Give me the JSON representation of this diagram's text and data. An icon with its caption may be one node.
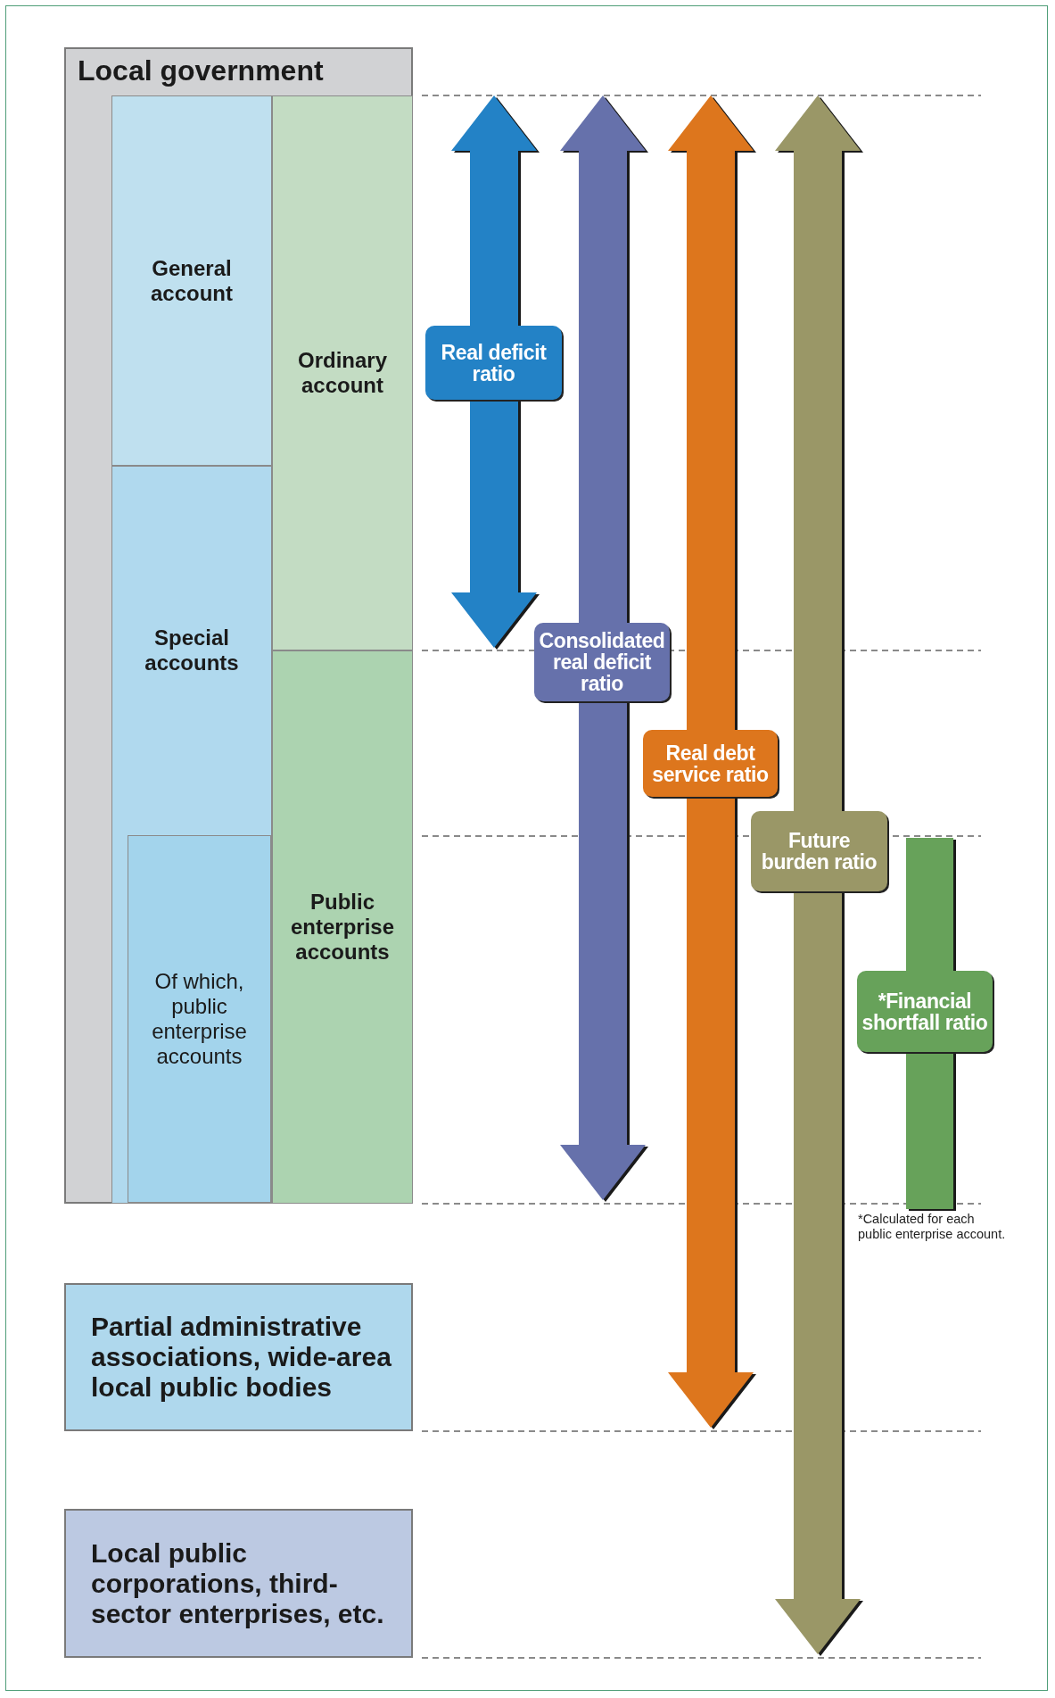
{
  "diagram": {
    "nodes": [
      {
        "text": [
          "Local government"
        ]
      },
      {
        "text": [
          "General account"
        ],
        "in": 0
      },
      {
        "text": [
          "Ordinary account"
        ],
        "in": 0
      },
      {
        "text": [
          "Special accounts"
        ],
        "in": 0
      },
      {
        "text": [
          "Public enterprise accounts"
        ],
        "in": 0
      },
      {
        "text": [
          "Of which, public enterprise accounts"
        ],
        "in": 3
      },
      {
        "text": [
          "Real deficit ratio"
        ]
      },
      {
        "text": [
          "Consolidated real deficit ratio"
        ]
      },
      {
        "text": [
          "Real debt service ratio"
        ]
      },
      {
        "text": [
          "Future burden ratio"
        ]
      },
      {
        "text": [
          "*Financial shortfall ratio"
        ]
      },
      {
        "text": [
          "Partial administrative associations, wide-area local public bodies"
        ]
      },
      {
        "text": [
          "Local public corporations, third-sector enterprises, etc."
        ]
      }
    ],
    "labels": [
      "*Calculated for each public enterprise account."
    ]
  }
}
